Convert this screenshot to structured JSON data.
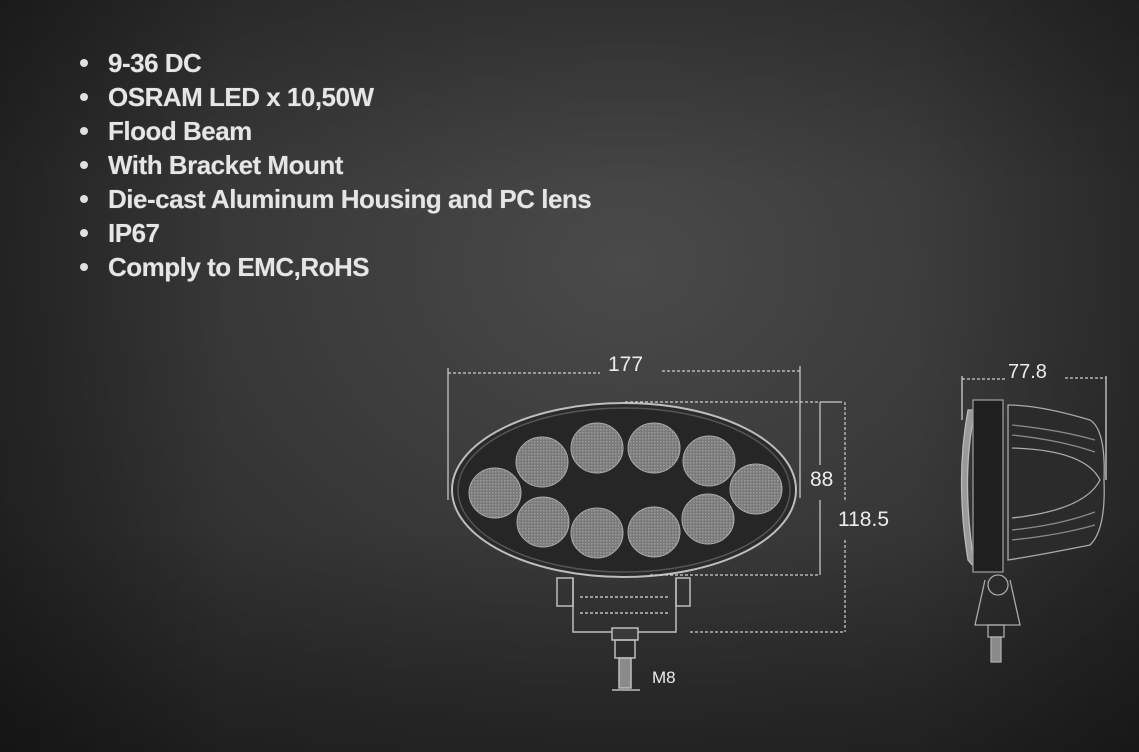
{
  "specs": {
    "items": [
      {
        "label": "9-36 DC"
      },
      {
        "label": "OSRAM LED x 10,50W"
      },
      {
        "label": "Flood Beam"
      },
      {
        "label": "With Bracket Mount"
      },
      {
        "label": "Die-cast Aluminum Housing and PC lens"
      },
      {
        "label": "IP67"
      },
      {
        "label": "Comply to EMC,RoHS"
      }
    ]
  },
  "front_view": {
    "width_label": "177",
    "lens_height_label": "88",
    "total_height_label": "118.5",
    "bolt_label": "M8",
    "led_count": 10
  },
  "side_view": {
    "depth_label": "77.8"
  },
  "colors": {
    "background": "#383838",
    "text": "#e6e6e6",
    "line": "#cfcfcf",
    "led": "#8a8a8a"
  }
}
